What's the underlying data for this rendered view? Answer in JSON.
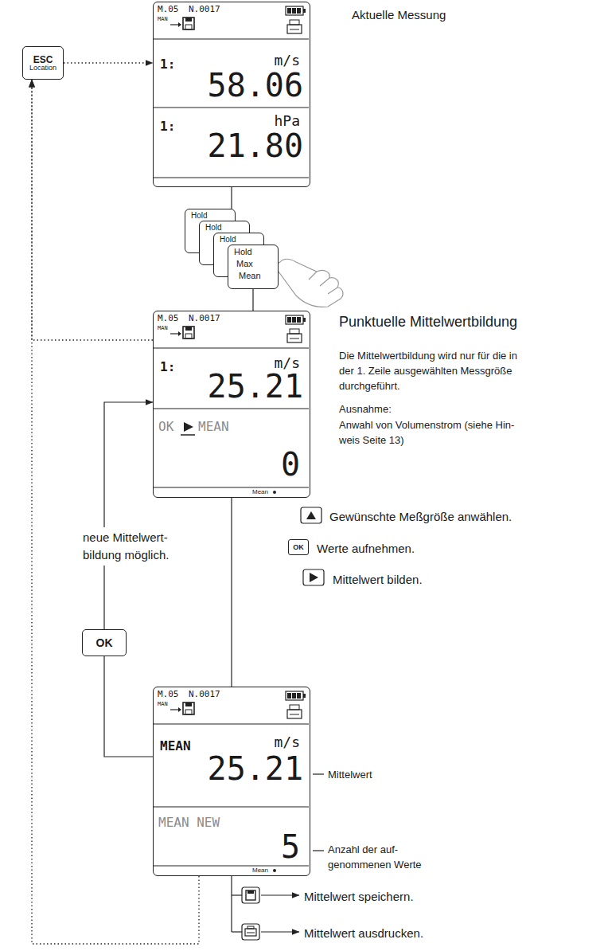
{
  "diagram": {
    "nodes": [
      {
        "text": [
          "ESC",
          "Location"
        ]
      },
      {
        "text": [
          "M.05",
          "N.0017",
          "MAN",
          "1:",
          "m/s",
          "58.06",
          "1:",
          "hPa",
          "21.80"
        ]
      },
      {
        "text": [
          "Hold"
        ]
      },
      {
        "text": [
          "Hold"
        ]
      },
      {
        "text": [
          "Hold"
        ]
      },
      {
        "text": [
          "Hold",
          "Max",
          "Mean"
        ]
      },
      {
        "text": [
          "M.05",
          "N.0017",
          "MAN",
          "1:",
          "m/s",
          "25.21",
          "OK",
          "MEAN",
          "0",
          "Mean"
        ]
      },
      {
        "text": [
          "OK"
        ]
      },
      {
        "text": [
          "OK"
        ]
      },
      {
        "text": [
          "M.05",
          "N.0017",
          "MAN",
          "MEAN",
          "m/s",
          "25.21",
          "MEAN NEW",
          "5",
          "Mean"
        ]
      }
    ],
    "edges": [
      {
        "from": 0,
        "to": 1,
        "arrow": "to"
      },
      {
        "from": 1,
        "to": 2,
        "arrow": "none"
      },
      {
        "from": 5,
        "to": 6,
        "arrow": "none"
      },
      {
        "from": 6,
        "to": 9,
        "arrow": "none"
      },
      {
        "from": 9,
        "to": 8,
        "arrow": "none"
      },
      {
        "from": 8,
        "to": 6,
        "arrow": "to"
      },
      {
        "from": 6,
        "to": 0,
        "arrow": "to"
      },
      {
        "from": 9,
        "to": 0,
        "arrow": "to"
      }
    ],
    "labels": [
      "Aktuelle Messung",
      "Punktuelle Mittelwertbildung",
      "Die Mittelwertbildung wird nur für die in der 1. Zeile ausgewählten Messgröße durchgeführt.",
      "Ausnahme:",
      "Anwahl von Volumenstrom (siehe Hin- weis Seite 13)",
      "Gewünschte Meßgröße anwählen.",
      "Werte aufnehmen.",
      "Mittelwert bilden.",
      "neue Mittelwert- bildung möglich.",
      "Mittelwert",
      "Anzahl der auf- genommenen Werte",
      "Mittelwert speichern.",
      "Mittelwert ausdrucken."
    ]
  }
}
